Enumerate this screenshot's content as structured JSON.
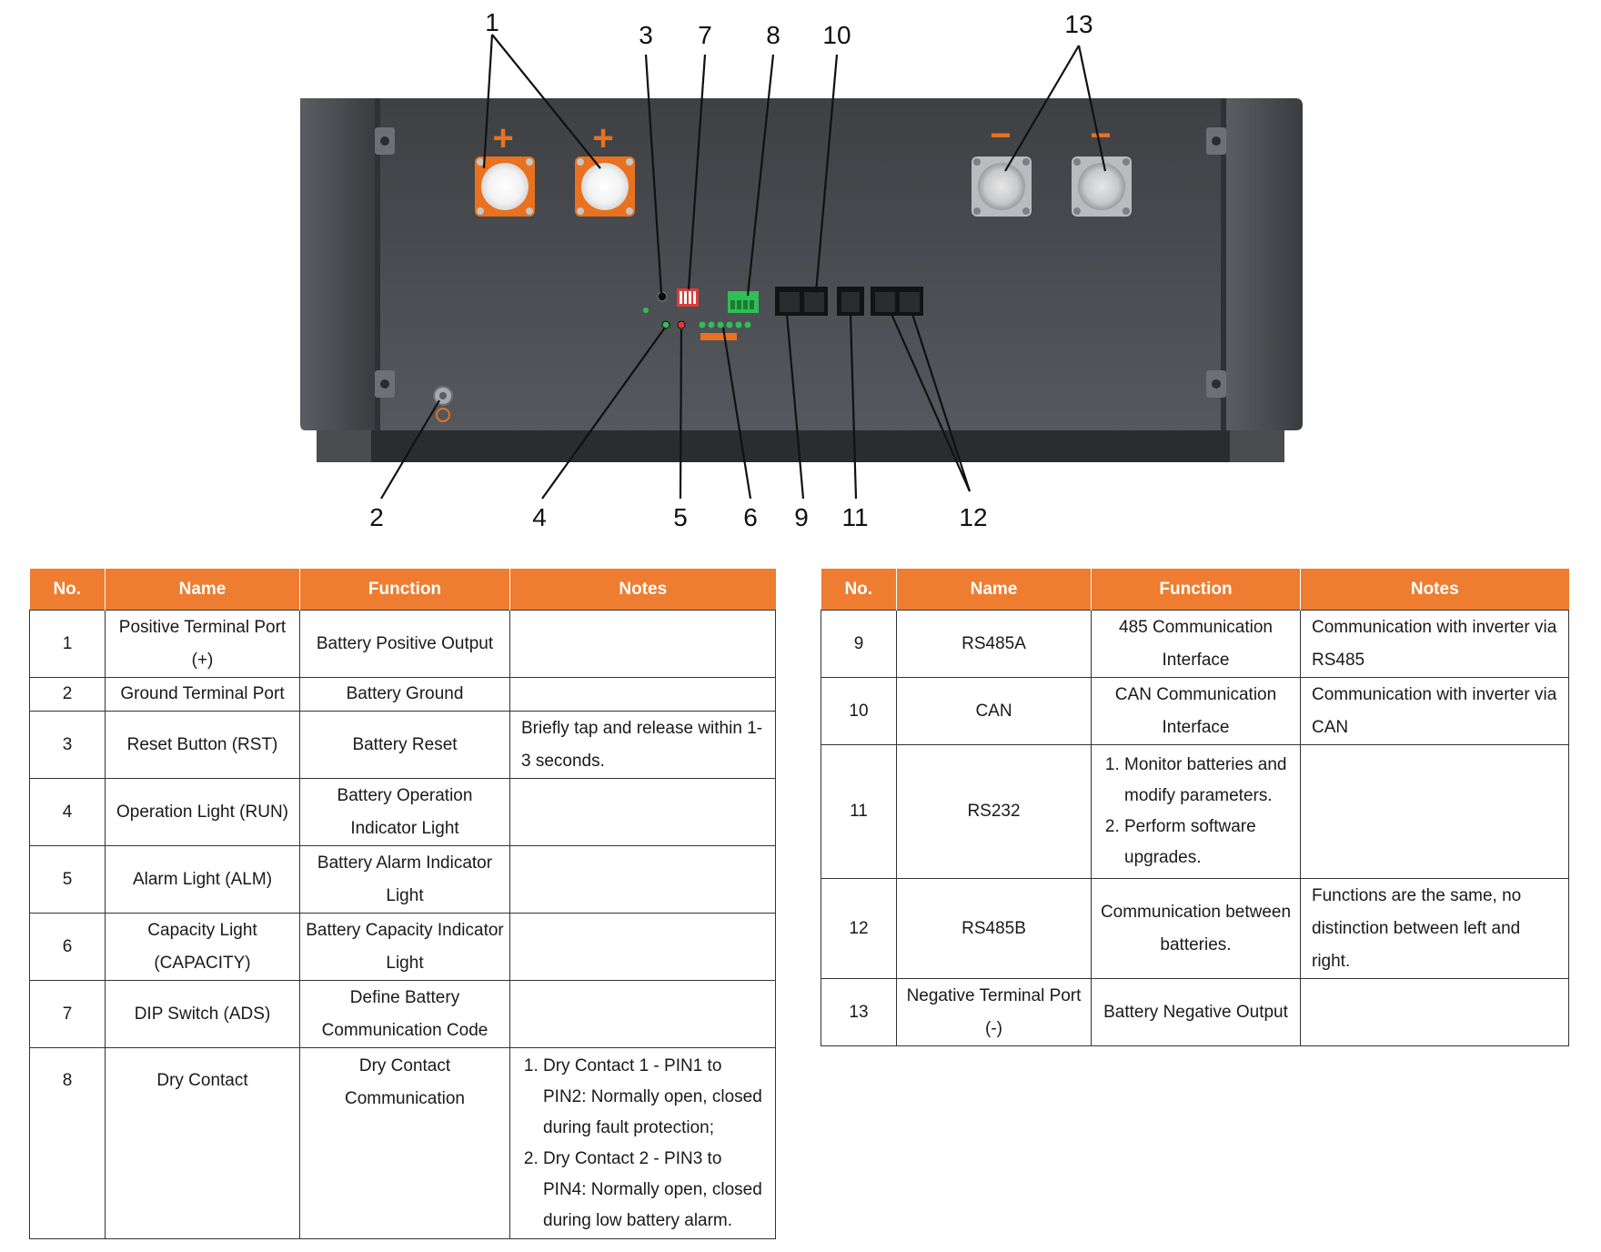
{
  "colors": {
    "accent": "#ee7d31",
    "panel": "#4a4c50",
    "panel_dark": "#2e3033",
    "orange_terminal": "#e8721f",
    "grey_terminal": "#b9bcbf"
  },
  "figure": {
    "callouts": {
      "c1": "1",
      "c2": "2",
      "c3": "3",
      "c4": "4",
      "c5": "5",
      "c6": "6",
      "c7": "7",
      "c8": "8",
      "c9": "9",
      "c10": "10",
      "c11": "11",
      "c12": "12",
      "c13": "13"
    },
    "plus_sign": "+",
    "minus_sign": "−"
  },
  "table_headers": {
    "no": "No.",
    "name": "Name",
    "function": "Function",
    "notes": "Notes"
  },
  "left_rows": [
    {
      "no": "1",
      "name": "Positive Terminal Port (+)",
      "function": "Battery Positive Output",
      "notes": ""
    },
    {
      "no": "2",
      "name": "Ground Terminal Port",
      "function": "Battery Ground",
      "notes": ""
    },
    {
      "no": "3",
      "name": "Reset Button (RST)",
      "function": "Battery Reset",
      "notes": "Briefly tap and release within 1-3 seconds."
    },
    {
      "no": "4",
      "name": "Operation Light (RUN)",
      "function": "Battery Operation Indicator Light",
      "notes": ""
    },
    {
      "no": "5",
      "name": "Alarm Light (ALM)",
      "function": "Battery Alarm Indicator Light",
      "notes": ""
    },
    {
      "no": "6",
      "name": "Capacity Light (CAPACITY)",
      "function": "Battery Capacity Indicator Light",
      "notes": ""
    },
    {
      "no": "7",
      "name": "DIP Switch (ADS)",
      "function": "Define Battery Communication Code",
      "notes": ""
    },
    {
      "no": "8",
      "name": "Dry Contact",
      "function": "Dry Contact Communication",
      "notes_list": [
        "Dry Contact 1 - PIN1 to PIN2: Normally open, closed during fault protection;",
        "Dry Contact 2 - PIN3 to PIN4: Normally open, closed during low battery alarm."
      ]
    }
  ],
  "right_rows": [
    {
      "no": "9",
      "name": "RS485A",
      "function": "485 Communication Interface",
      "notes": "Communication with inverter via RS485"
    },
    {
      "no": "10",
      "name": "CAN",
      "function": "CAN Communication Interface",
      "notes": "Communication with inverter via CAN"
    },
    {
      "no": "11",
      "name": "RS232",
      "function_list": [
        "Monitor batteries and modify parameters.",
        "Perform software upgrades."
      ],
      "notes": ""
    },
    {
      "no": "12",
      "name": "RS485B",
      "function": "Communication between batteries.",
      "notes": "Functions are the same, no distinction between left and right."
    },
    {
      "no": "13",
      "name": "Negative Terminal Port (-)",
      "function": "Battery Negative Output",
      "notes": ""
    }
  ]
}
